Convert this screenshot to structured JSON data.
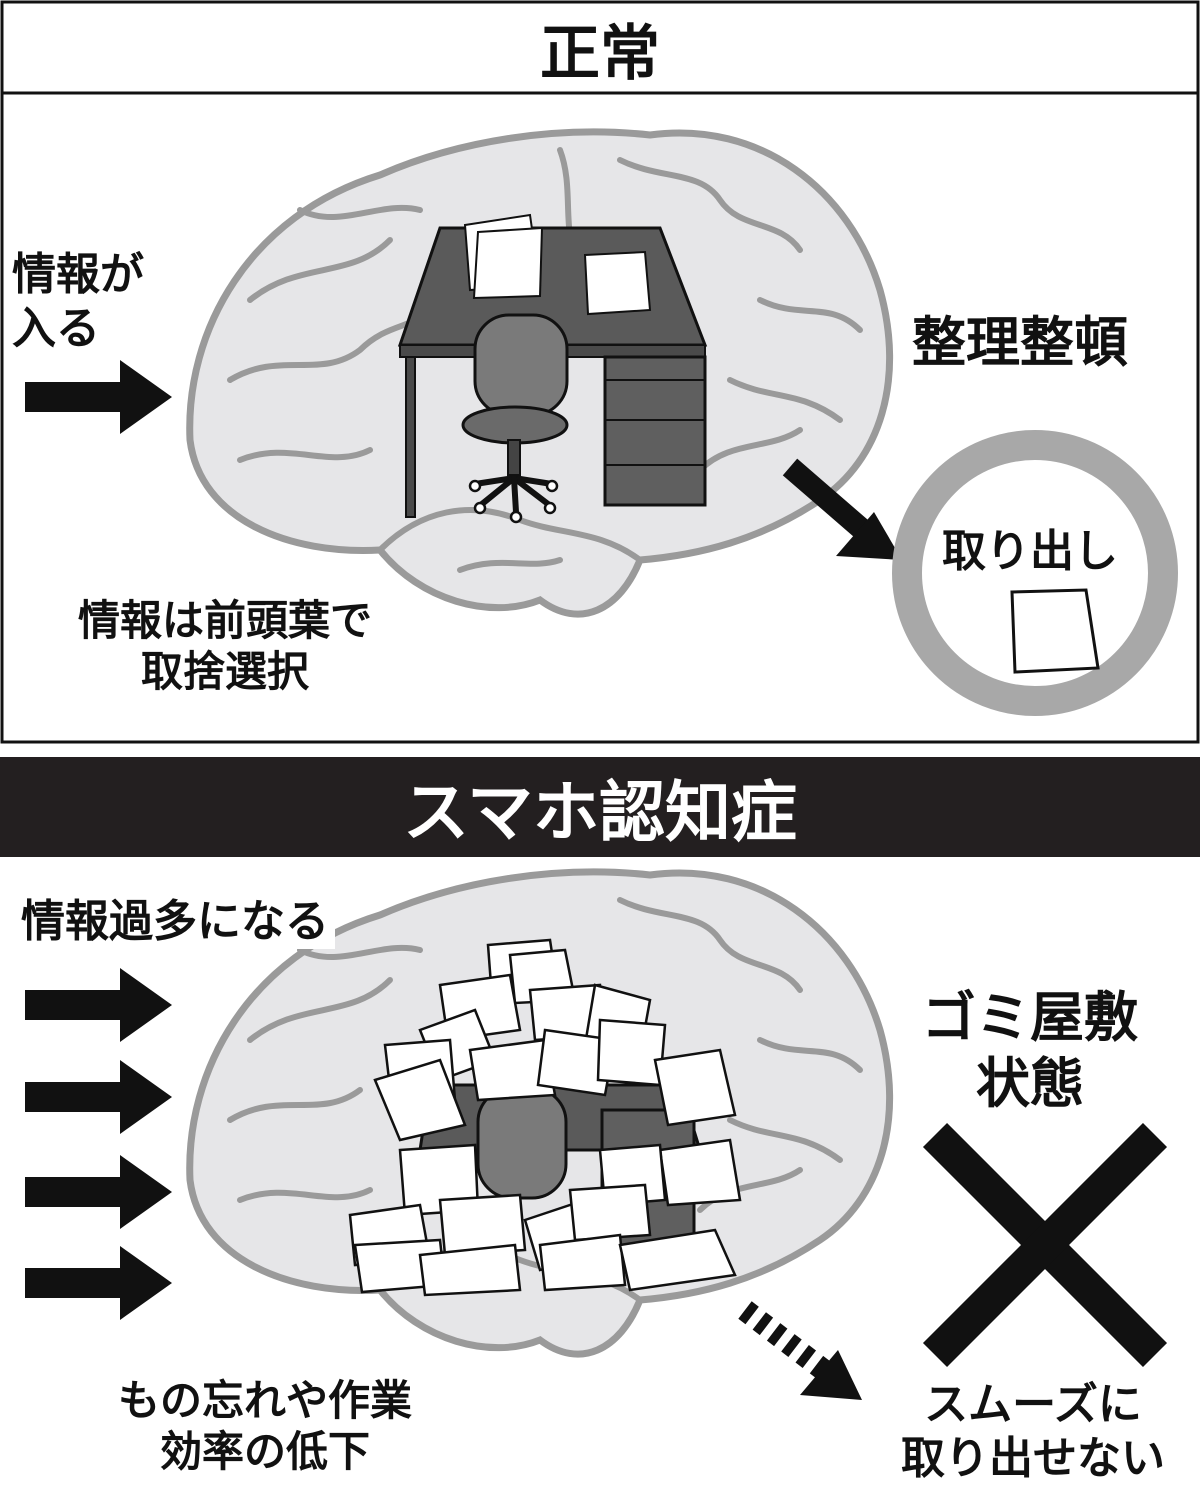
{
  "normal": {
    "title": "正常",
    "input_label": "情報が\n入る",
    "state_label": "整理整頓",
    "retrieve_label": "取り出し",
    "caption": "情報は前頭葉で\n取捨選択",
    "result_mark": "circle-mark-icon"
  },
  "sumaho": {
    "title": "スマホ認知症",
    "input_label": "情報過多になる",
    "state_label": "ゴミ屋敷\n状態",
    "caption": "もの忘れや作業\n効率の低下",
    "retrieve_label": "スムーズに\n取り出せない",
    "result_mark": "cross-mark-icon"
  },
  "colors": {
    "ink": "#111111",
    "brain_fill": "#e6e6e8",
    "brain_line": "#9a9a9a",
    "desk": "#5a5a5a",
    "circle": "#a8a8a8",
    "banner_dark": "#231f20"
  }
}
